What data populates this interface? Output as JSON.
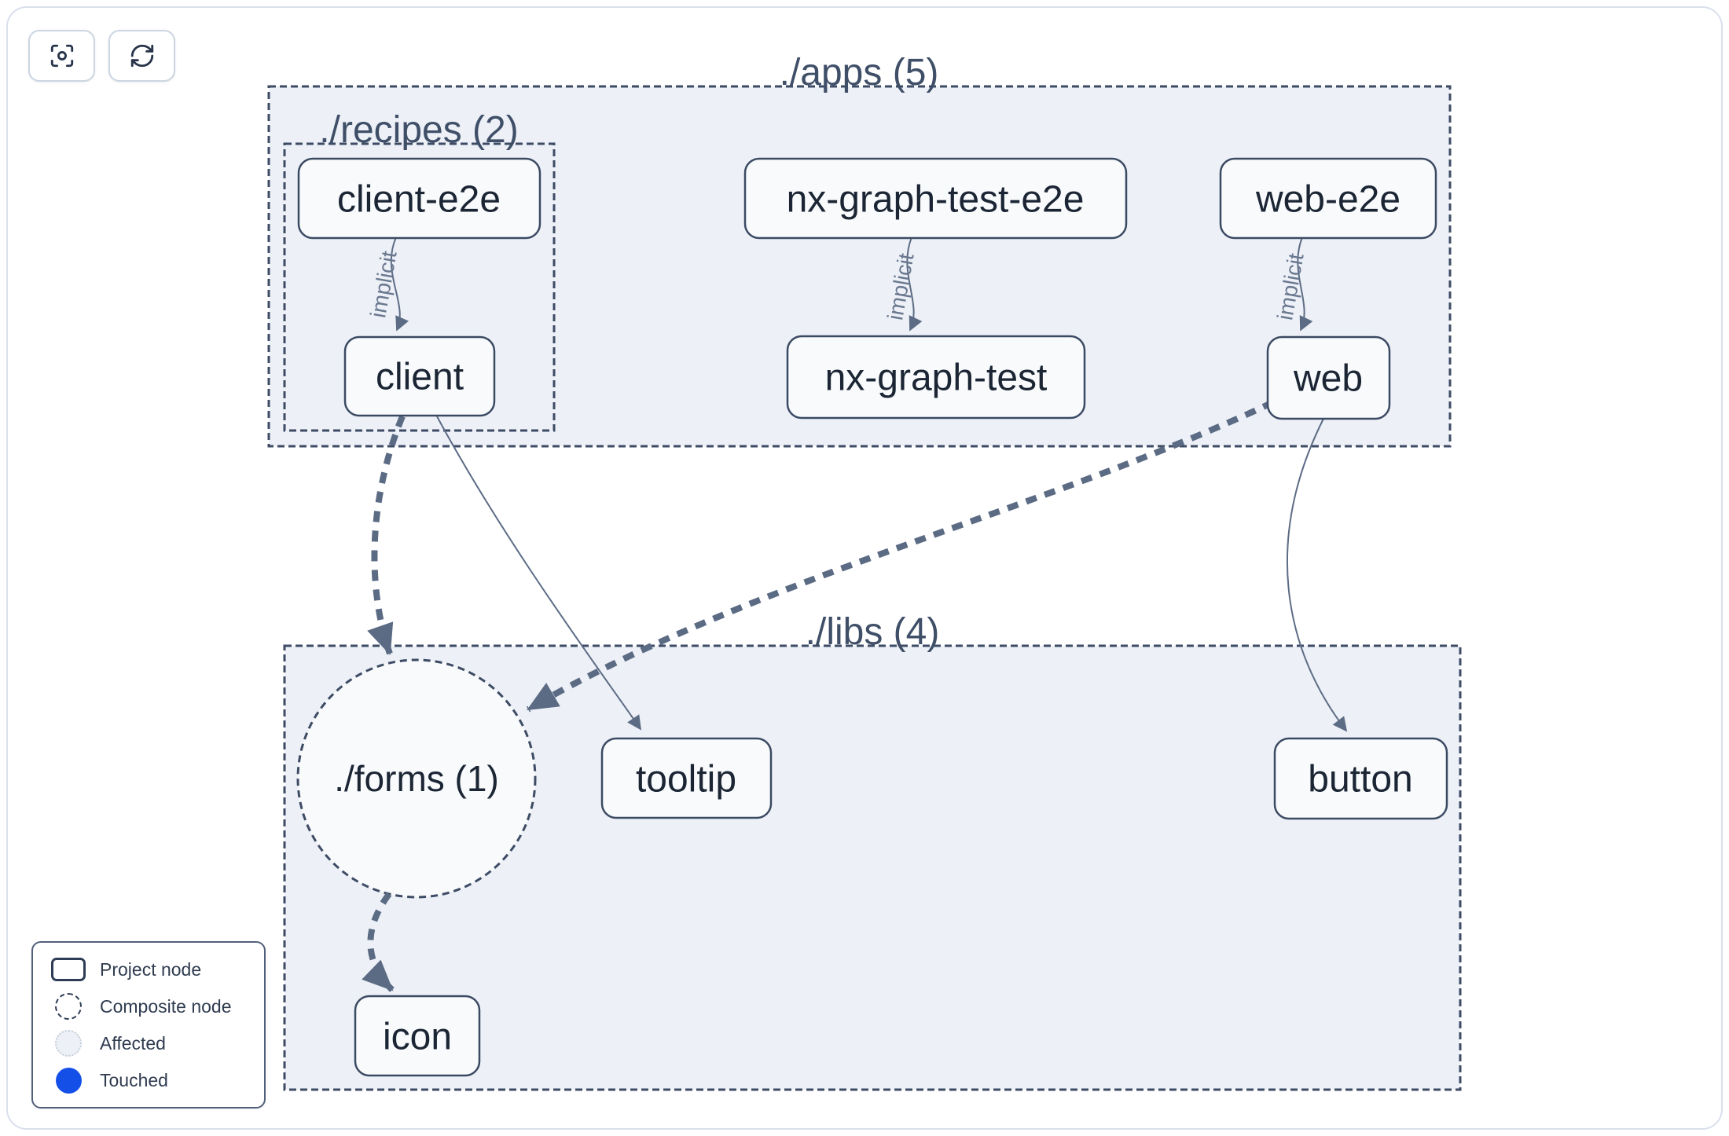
{
  "toolbar": {
    "buttons": [
      {
        "name": "focus",
        "icon": "focus-icon"
      },
      {
        "name": "refresh",
        "icon": "refresh-icon"
      }
    ]
  },
  "graph": {
    "groups": [
      {
        "id": "apps",
        "label": "./apps (5)"
      },
      {
        "id": "recipes",
        "label": "./recipes (2)"
      },
      {
        "id": "libs",
        "label": "./libs (4)"
      }
    ],
    "composite_nodes": [
      {
        "id": "forms",
        "label": "./forms (1)"
      }
    ],
    "project_nodes": [
      {
        "id": "client-e2e",
        "label": "client-e2e",
        "group": "recipes"
      },
      {
        "id": "client",
        "label": "client",
        "group": "recipes"
      },
      {
        "id": "nx-graph-test-e2e",
        "label": "nx-graph-test-e2e",
        "group": "apps"
      },
      {
        "id": "nx-graph-test",
        "label": "nx-graph-test",
        "group": "apps"
      },
      {
        "id": "web-e2e",
        "label": "web-e2e",
        "group": "apps"
      },
      {
        "id": "web",
        "label": "web",
        "group": "apps"
      },
      {
        "id": "tooltip",
        "label": "tooltip",
        "group": "libs"
      },
      {
        "id": "button",
        "label": "button",
        "group": "libs"
      },
      {
        "id": "icon",
        "label": "icon",
        "group": "libs"
      }
    ],
    "edges": [
      {
        "from": "client-e2e",
        "to": "client",
        "style": "thin",
        "label": "implicit"
      },
      {
        "from": "nx-graph-test-e2e",
        "to": "nx-graph-test",
        "style": "thin",
        "label": "implicit"
      },
      {
        "from": "web-e2e",
        "to": "web",
        "style": "thin",
        "label": "implicit"
      },
      {
        "from": "client",
        "to": "forms",
        "style": "thick-dashed",
        "label": ""
      },
      {
        "from": "client",
        "to": "tooltip",
        "style": "thin",
        "label": ""
      },
      {
        "from": "web",
        "to": "forms",
        "style": "thick-dashed",
        "label": ""
      },
      {
        "from": "web",
        "to": "button",
        "style": "thin",
        "label": ""
      },
      {
        "from": "forms",
        "to": "icon",
        "style": "thick-dashed",
        "label": ""
      }
    ]
  },
  "legend": {
    "items": [
      {
        "label": "Project node",
        "swatch": "project-node"
      },
      {
        "label": "Composite node",
        "swatch": "composite-node"
      },
      {
        "label": "Affected",
        "swatch": "affected"
      },
      {
        "label": "Touched",
        "swatch": "touched"
      }
    ]
  },
  "colors": {
    "group_fill": "#edf1f7",
    "node_fill": "#f8fafc",
    "node_border": "#3b4a63",
    "group_border": "#3d4b64",
    "edge": "#5d6c85",
    "edge_thick": "#5b6b84",
    "node_text": "#1b2534",
    "group_label_text": "#3f4f68",
    "edge_label_text": "#6a7890",
    "touched_blue": "#1450e8",
    "canvas_border": "#d9e0ec"
  }
}
